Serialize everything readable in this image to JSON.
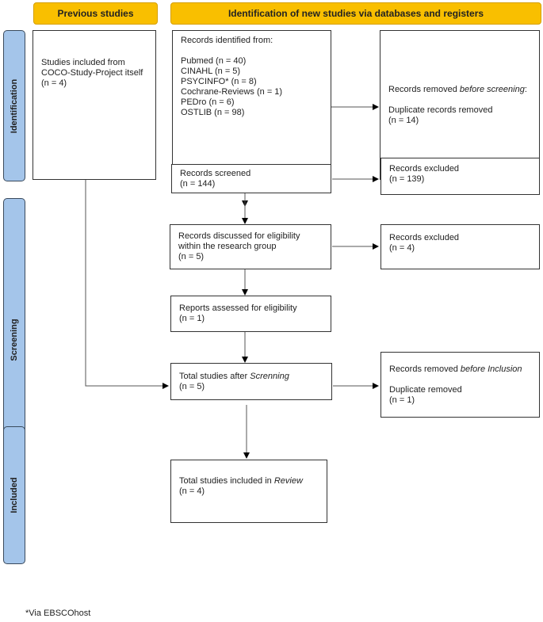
{
  "headers": {
    "previous": "Previous studies",
    "identification": "Identification of new studies via databases and registers"
  },
  "phases": {
    "identification": "Identification",
    "screening": "Screening",
    "included": "Included"
  },
  "previous_box": {
    "text": "Studies included from COCO-Study-Project itself (n = 4)"
  },
  "records_identified": {
    "title": "Records identified from:",
    "sources": [
      "Pubmed (n = 40)",
      "CINAHL (n = 5)",
      "PSYCINFO* (n = 8)",
      "Cochrane-Reviews (n = 1)",
      "PEDro (n = 6)",
      "OSTLIB (n = 98)"
    ]
  },
  "removed_before_screening": {
    "line1": "Records removed ",
    "line1_em": "before screening",
    "line1_end": ":",
    "line2": "Duplicate records removed",
    "count": "(n = 14)"
  },
  "records_screened": {
    "label": "Records screened",
    "count": "(n = 144)"
  },
  "records_excluded_1": {
    "label": "Records excluded",
    "count": "(n = 139)"
  },
  "records_discussed": {
    "label": "Records discussed for eligibility within the research group",
    "count": "(n = 5)"
  },
  "records_excluded_2": {
    "label": "Records excluded",
    "count": "(n = 4)"
  },
  "reports_assessed": {
    "label": "Reports assessed for eligibility",
    "count": "(n = 1)"
  },
  "total_after_screening": {
    "label": "Total studies after ",
    "label_em": "Screnning",
    "count": "(n = 5)"
  },
  "removed_before_inclusion": {
    "line1": "Records removed ",
    "line1_em": "before Inclusion",
    "line2": "Duplicate removed",
    "count": "(n = 1)"
  },
  "total_included": {
    "label": "Total studies included in ",
    "label_em": "Review",
    "count": "(n = 4)"
  },
  "footnote": "*Via EBSCOhost"
}
